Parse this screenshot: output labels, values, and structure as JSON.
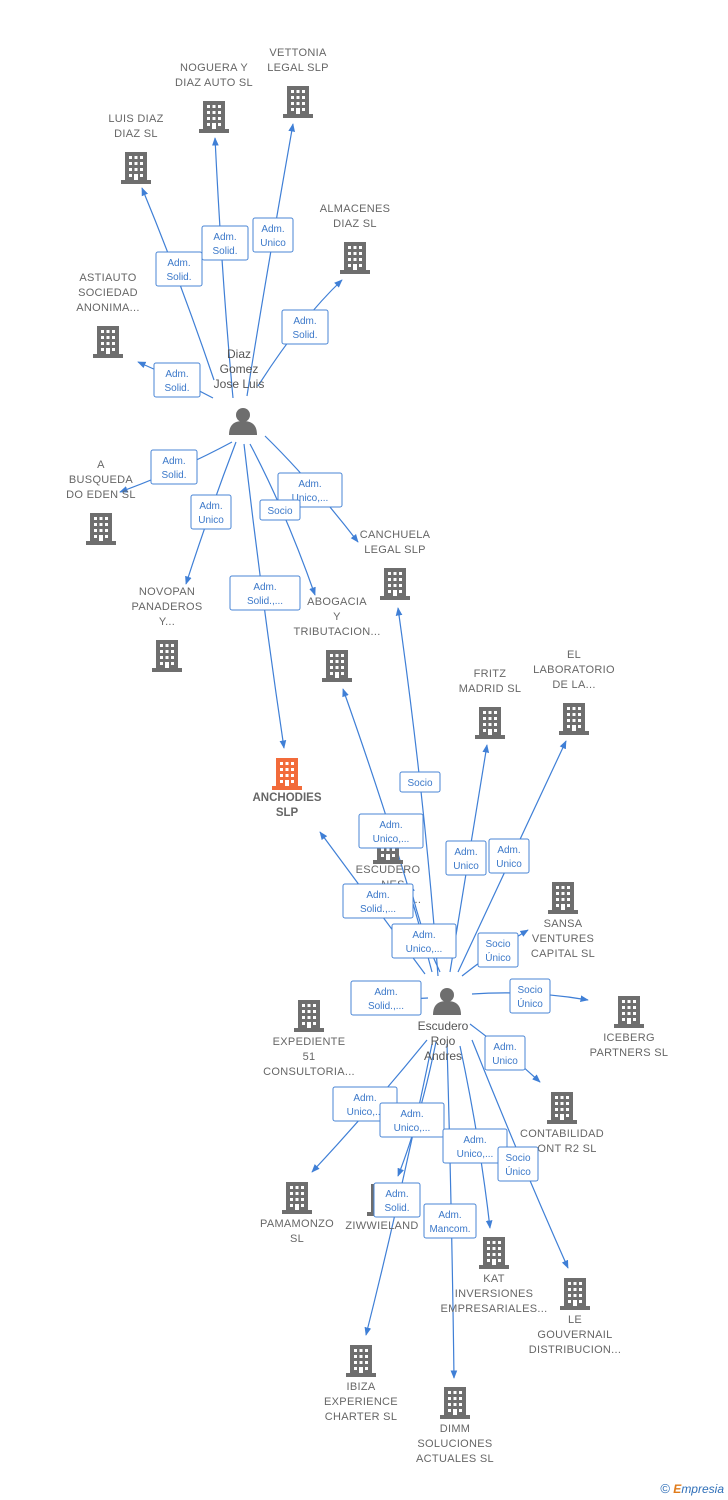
{
  "colors": {
    "edge": "#3f7fd6",
    "building": "#6e6e6e",
    "highlight": "#f26b3a",
    "person": "#6e6e6e"
  },
  "persons": [
    {
      "id": "p1",
      "lines": [
        "Diaz",
        "Gomez",
        "Jose Luis"
      ]
    },
    {
      "id": "p2",
      "lines": [
        "Escudero",
        "Rojo",
        "Andres"
      ]
    }
  ],
  "companies": [
    {
      "id": "c_noguera",
      "lines": [
        "NOGUERA Y",
        "DIAZ AUTO SL"
      ]
    },
    {
      "id": "c_vettonia",
      "lines": [
        "VETTONIA",
        "LEGAL  SLP"
      ]
    },
    {
      "id": "c_luisdiaz",
      "lines": [
        "LUIS DIAZ",
        "DIAZ  SL"
      ]
    },
    {
      "id": "c_almacenes",
      "lines": [
        "ALMACENES",
        "DIAZ SL"
      ]
    },
    {
      "id": "c_astiauto",
      "lines": [
        "ASTIAUTO",
        "SOCIEDAD",
        "ANONIMA..."
      ]
    },
    {
      "id": "c_busqueda",
      "lines": [
        "A",
        "BUSQUEDA",
        "DO EDEN SL"
      ]
    },
    {
      "id": "c_canchuela",
      "lines": [
        "CANCHUELA",
        "LEGAL  SLP"
      ]
    },
    {
      "id": "c_novopan",
      "lines": [
        "NOVOPAN",
        "PANADEROS",
        "Y..."
      ]
    },
    {
      "id": "c_abogacia",
      "lines": [
        "ABOGACIA",
        "Y",
        "TRIBUTACION..."
      ]
    },
    {
      "id": "c_fritz",
      "lines": [
        "FRITZ",
        "MADRID  SL"
      ]
    },
    {
      "id": "c_laboratorio",
      "lines": [
        "EL",
        "LABORATORIO",
        "DE LA..."
      ]
    },
    {
      "id": "c_anchodies",
      "lines": [
        "ANCHODIES",
        "SLP"
      ],
      "highlight": true
    },
    {
      "id": "c_escudero",
      "lines": [
        "ESCUDERO",
        "...NES",
        "EM...ALES..."
      ]
    },
    {
      "id": "c_sansa",
      "lines": [
        "SANSA",
        "VENTURES",
        "CAPITAL  SL"
      ]
    },
    {
      "id": "c_expediente",
      "lines": [
        "EXPEDIENTE",
        "51",
        "CONSULTORIA..."
      ]
    },
    {
      "id": "c_iceberg",
      "lines": [
        "ICEBERG",
        "PARTNERS  SL"
      ]
    },
    {
      "id": "c_contabilidad",
      "lines": [
        "CONTABILIDAD",
        "...ONT R2  SL"
      ]
    },
    {
      "id": "c_pamamonzo",
      "lines": [
        "PAMAMONZO",
        "SL"
      ]
    },
    {
      "id": "c_ziwwieland",
      "lines": [
        "ZIWWIELAND"
      ]
    },
    {
      "id": "c_kat",
      "lines": [
        "KAT",
        "INVERSIONES",
        "EMPRESARIALES..."
      ]
    },
    {
      "id": "c_legouvernail",
      "lines": [
        "LE",
        "GOUVERNAIL",
        "DISTRIBUCION..."
      ]
    },
    {
      "id": "c_ibiza",
      "lines": [
        "IBIZA",
        "EXPERIENCE",
        "CHARTER  SL"
      ]
    },
    {
      "id": "c_dimm",
      "lines": [
        "DIMM",
        "SOLUCIONES",
        "ACTUALES  SL"
      ]
    }
  ],
  "relations": [
    {
      "from": "p1",
      "to": "c_noguera",
      "lines": [
        "Adm.",
        "Solid."
      ]
    },
    {
      "from": "p1",
      "to": "c_vettonia",
      "lines": [
        "Adm.",
        "Unico"
      ]
    },
    {
      "from": "p1",
      "to": "c_luisdiaz",
      "lines": [
        "Adm.",
        "Solid."
      ]
    },
    {
      "from": "p1",
      "to": "c_almacenes",
      "lines": [
        "Adm.",
        "Solid."
      ]
    },
    {
      "from": "p1",
      "to": "c_astiauto",
      "lines": [
        "Adm.",
        "Solid."
      ]
    },
    {
      "from": "p1",
      "to": "c_busqueda",
      "lines": [
        "Adm.",
        "Solid."
      ]
    },
    {
      "from": "p1",
      "to": "c_canchuela",
      "lines": [
        "Adm.",
        "Unico,..."
      ]
    },
    {
      "from": "p1",
      "to": "c_abogacia",
      "lines": [
        "Socio"
      ]
    },
    {
      "from": "p1",
      "to": "c_novopan",
      "lines": [
        "Adm.",
        "Unico"
      ]
    },
    {
      "from": "p1",
      "to": "c_anchodies",
      "lines": [
        "Adm.",
        "Solid.,..."
      ]
    },
    {
      "from": "p2",
      "to": "c_canchuela",
      "lines": [
        "Socio"
      ]
    },
    {
      "from": "p2",
      "to": "c_abogacia",
      "lines": [
        "Adm.",
        "Unico,..."
      ]
    },
    {
      "from": "p2",
      "to": "c_fritz",
      "lines": [
        "Adm.",
        "Unico"
      ]
    },
    {
      "from": "p2",
      "to": "c_laboratorio",
      "lines": [
        "Adm.",
        "Unico"
      ]
    },
    {
      "from": "p2",
      "to": "c_anchodies",
      "lines": [
        "Adm.",
        "Solid.,..."
      ]
    },
    {
      "from": "p2",
      "to": "c_escudero",
      "lines": [
        "Adm.",
        "Unico,..."
      ]
    },
    {
      "from": "p2",
      "to": "c_sansa",
      "lines": [
        "Socio",
        "Único"
      ]
    },
    {
      "from": "p2",
      "to": "c_expediente",
      "lines": [
        "Adm.",
        "Solid.,..."
      ]
    },
    {
      "from": "p2",
      "to": "c_iceberg",
      "lines": [
        "Socio",
        "Único"
      ]
    },
    {
      "from": "p2",
      "to": "c_contabilidad",
      "lines": [
        "Adm.",
        "Unico"
      ]
    },
    {
      "from": "p2",
      "to": "c_pamamonzo",
      "lines": [
        "Adm.",
        "Unico,..."
      ]
    },
    {
      "from": "p2",
      "to": "c_ziwwieland",
      "lines": [
        "Adm.",
        "Unico,..."
      ]
    },
    {
      "from": "p2",
      "to": "c_kat",
      "lines": [
        "Adm.",
        "Unico,..."
      ]
    },
    {
      "from": "p2",
      "to": "c_legouvernail",
      "lines": [
        "Socio",
        "Único"
      ]
    },
    {
      "from": "p2",
      "to": "c_ibiza",
      "lines": [
        "Adm.",
        "Solid."
      ]
    },
    {
      "from": "p2",
      "to": "c_dimm",
      "lines": [
        "Adm.",
        "Mancom."
      ]
    }
  ],
  "footer": {
    "copyright": "©",
    "brand_first": "E",
    "brand_rest": "mpresia"
  }
}
